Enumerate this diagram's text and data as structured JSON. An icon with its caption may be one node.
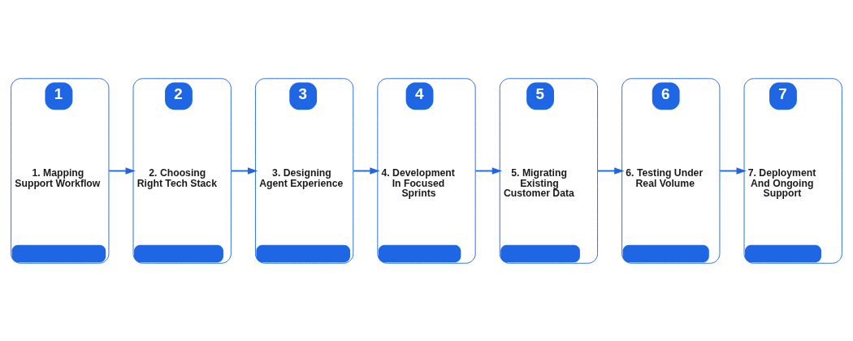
{
  "diagram": {
    "nodes": [
      {
        "text": [
          "1",
          "1. Mapping Support Workflow"
        ]
      },
      {
        "text": [
          "2",
          "2. Choosing Right Tech Stack"
        ]
      },
      {
        "text": [
          "3",
          "3. Designing Agent Experience"
        ]
      },
      {
        "text": [
          "4",
          "4. Development In Focused Sprints"
        ]
      },
      {
        "text": [
          "5",
          "5. Migrating Existing Customer Data"
        ]
      },
      {
        "text": [
          "6",
          "6. Testing Under Real Volume"
        ]
      },
      {
        "text": [
          "7",
          "7. Deployment And Ongoing Support"
        ]
      }
    ],
    "edges": [
      {
        "from": 0,
        "to": 1,
        "arrow": "to"
      },
      {
        "from": 1,
        "to": 2,
        "arrow": "to"
      },
      {
        "from": 2,
        "to": 3,
        "arrow": "to"
      },
      {
        "from": 3,
        "to": 4,
        "arrow": "to"
      },
      {
        "from": 4,
        "to": 5,
        "arrow": "to"
      },
      {
        "from": 5,
        "to": 6,
        "arrow": "to"
      }
    ]
  }
}
